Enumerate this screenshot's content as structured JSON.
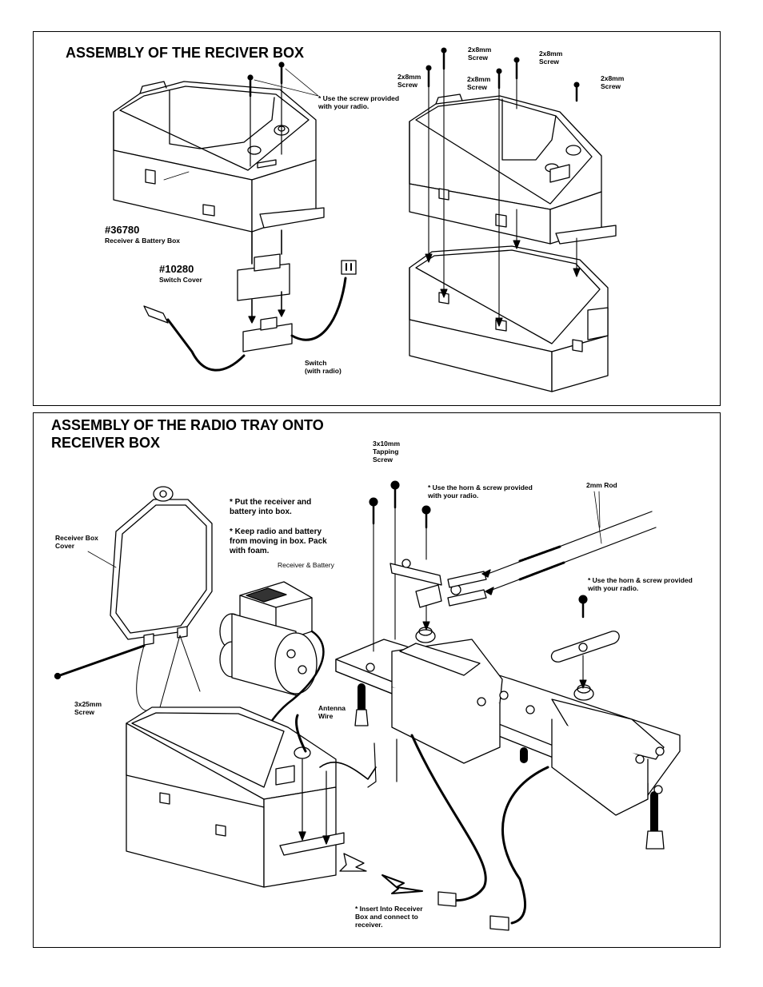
{
  "section_receiver_box": {
    "title": "ASSEMBLY OF THE RECIVER BOX",
    "screw_note": "* Use the screw provided\n  with your radio.",
    "screw_labels": [
      "2x8mm\nScrew",
      "2x8mm\nScrew",
      "2x8mm\nScrew",
      "2x8mm\nScrew",
      "2x8mm\nScrew"
    ],
    "box_part_number": "#36780",
    "box_part_name": "Receiver & Battery Box",
    "switch_cover_part_number": "#10280",
    "switch_cover_part_name": "Switch Cover",
    "switch_label": "Switch\n(with radio)"
  },
  "section_radio_tray": {
    "title_line1": "ASSEMBLY OF THE RADIO TRAY ONTO",
    "title_line2": "RECEIVER BOX",
    "tapping_screw_label": "3x10mm\nTapping\nScrew",
    "horn_note_1": "* Use the  horn & screw provided\n   with your radio.",
    "rod_label": "2mm Rod",
    "horn_note_2": "* Use the  horn & screw provided\n   with your radio.",
    "receiver_box_cover_label": "Receiver Box\nCover",
    "instructions_1": "* Put the receiver and battery into box.",
    "instructions_2": "* Keep radio and battery from moving in box.  Pack with foam.",
    "receiver_battery_label": "Receiver & Battery",
    "long_screw_label": "3x25mm\nScrew",
    "antenna_wire_label": "Antenna\nWire",
    "insert_note": "* Insert Into Receiver\n  Box and connect to\n  receiver."
  }
}
